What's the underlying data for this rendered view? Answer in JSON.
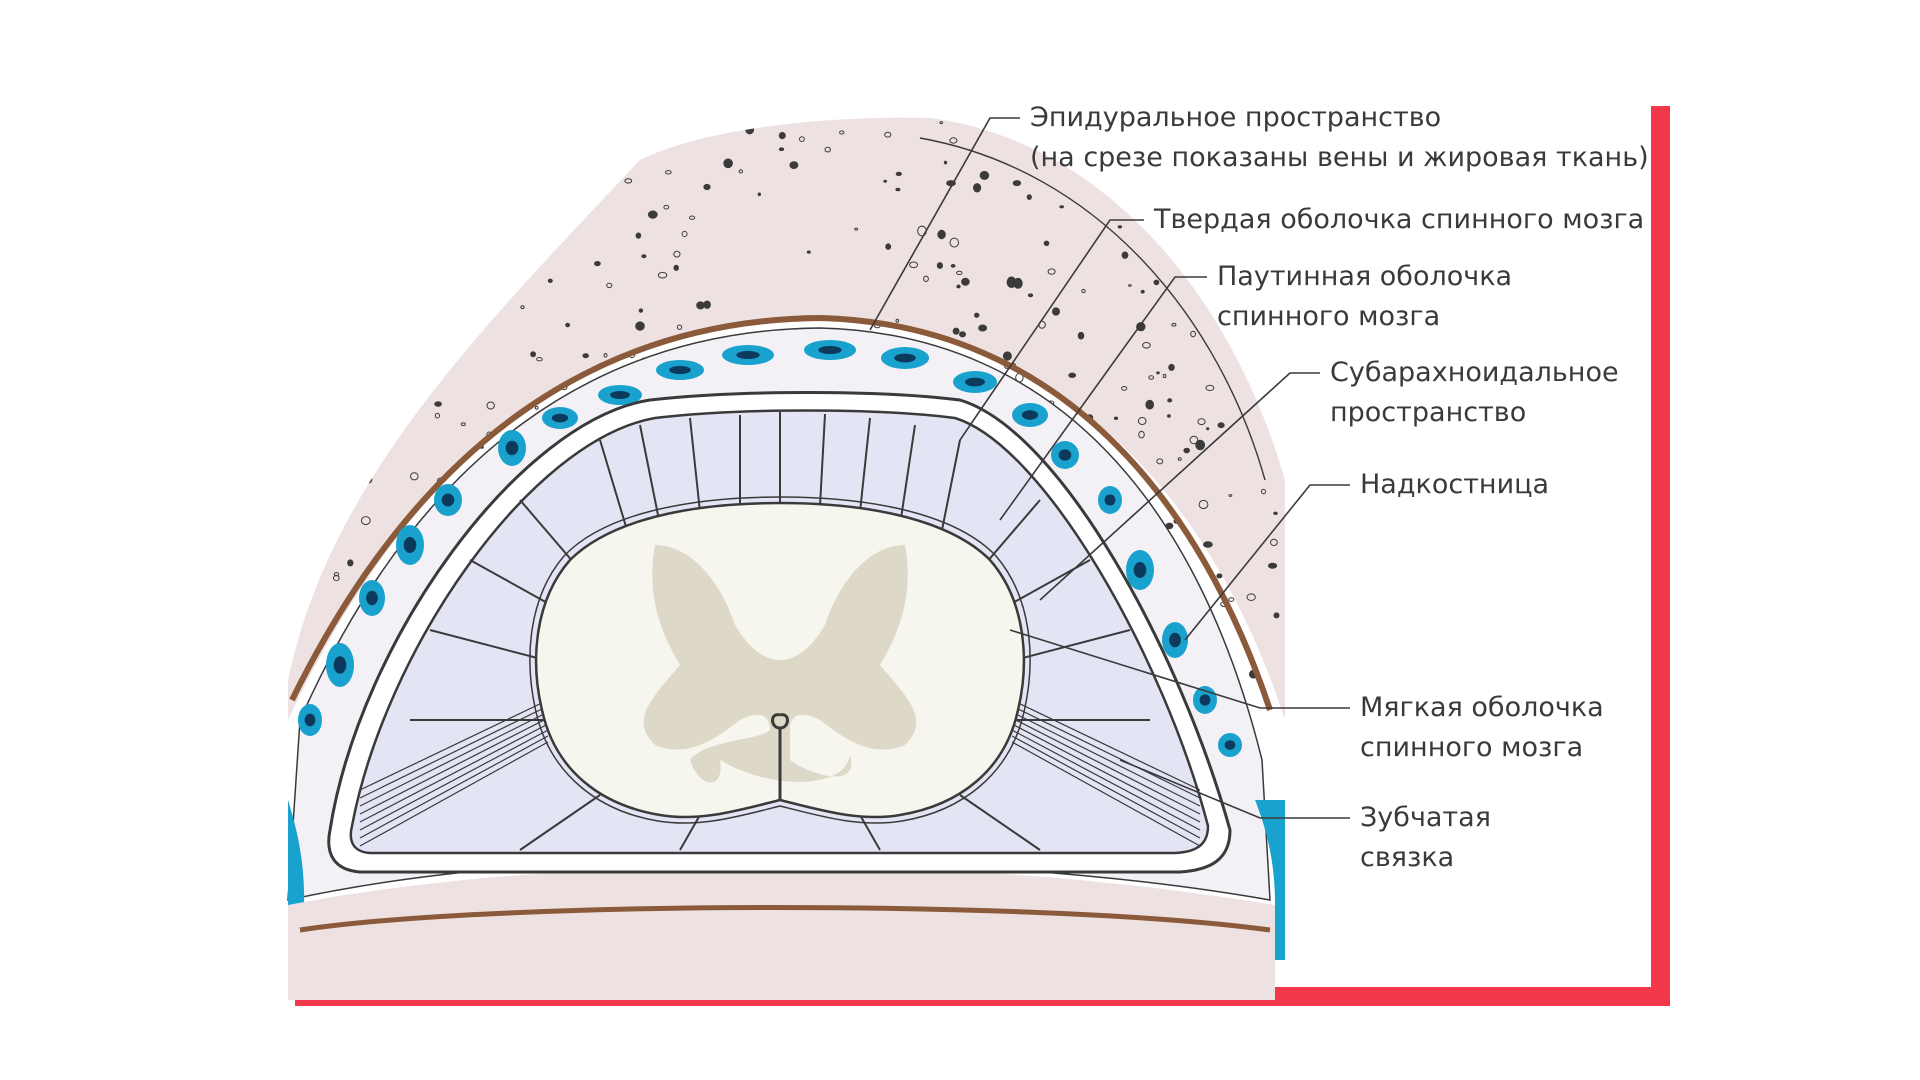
{
  "colors": {
    "bone": "#ede1e1",
    "bone_pores": "#3b3b3b",
    "periosteum": "#8a5a3a",
    "vein_blue": "#1aa2cf",
    "vein_dark": "#0b3a5c",
    "epidural": "#f3f0f6",
    "meninges": "#e3e5f4",
    "outline": "#3a3a3a",
    "cord": "#f7f6ee",
    "gray_matter": "#ddd8c8",
    "frame": "#f2384a",
    "text": "#3a3a3a"
  },
  "labels": [
    {
      "id": "epidural",
      "lines": [
        "Эпидуральное пространство",
        "(на срезе показаны вены и жировая ткань)"
      ]
    },
    {
      "id": "dura",
      "lines": [
        "Твердая оболочка спинного мозга"
      ]
    },
    {
      "id": "arachnoid",
      "lines": [
        "Паутинная оболочка",
        "спинного мозга"
      ]
    },
    {
      "id": "subarachnoid",
      "lines": [
        "Субарахноидальное",
        "пространство"
      ]
    },
    {
      "id": "periosteum",
      "lines": [
        "Надкостница"
      ]
    },
    {
      "id": "pia",
      "lines": [
        "Мягкая оболочка",
        "спинного мозга"
      ]
    },
    {
      "id": "denticulate",
      "lines": [
        "Зубчатая",
        "связка"
      ]
    }
  ]
}
